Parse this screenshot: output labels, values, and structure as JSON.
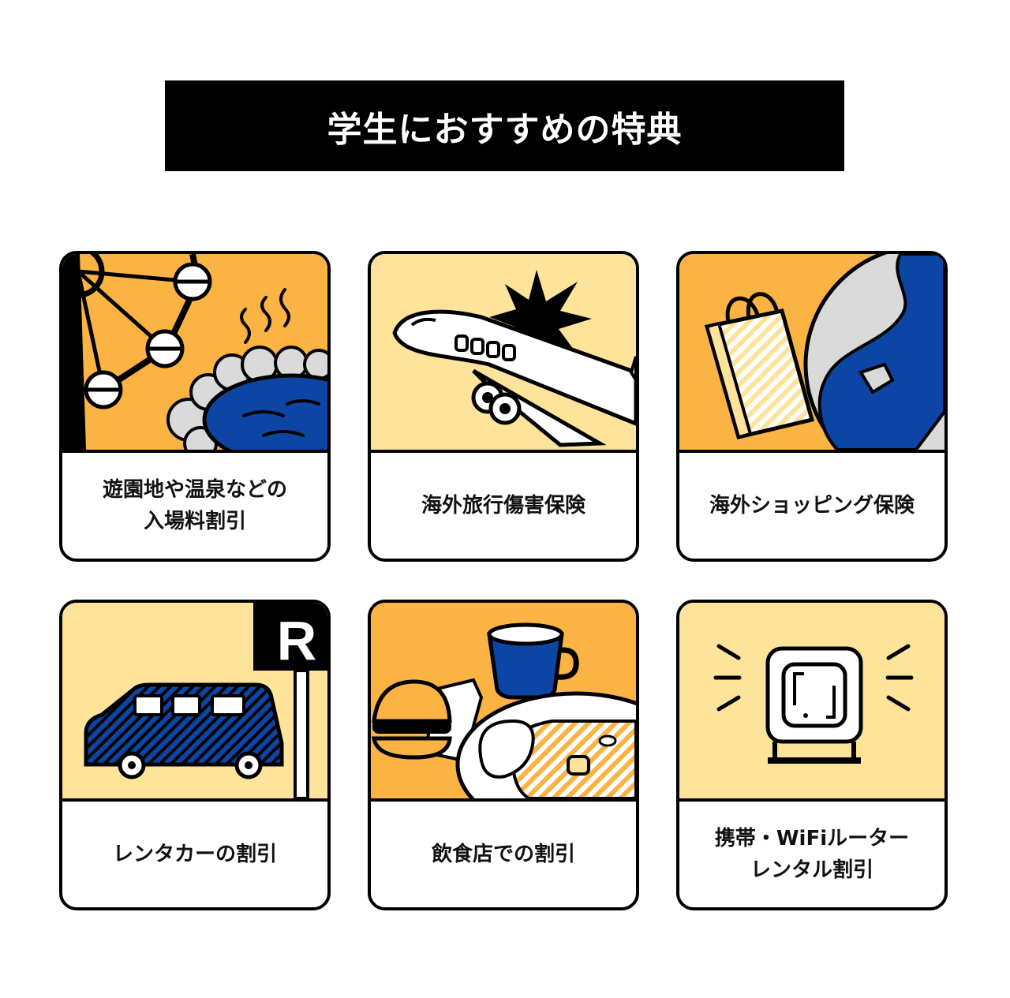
{
  "title": "学生におすすめの特典",
  "colors": {
    "orange": "#fbb344",
    "light_yellow": "#fde49a",
    "blue": "#0d45a4",
    "black": "#000000",
    "white": "#ffffff",
    "gray": "#dadada"
  },
  "cards": [
    {
      "label": "遊園地や温泉などの\n入場料割引",
      "icon": "ferris-wheel-hot-spring-illustration"
    },
    {
      "label": "海外旅行傷害保険",
      "icon": "airplane-illustration"
    },
    {
      "label": "海外ショッピング保険",
      "icon": "shopping-bag-globe-illustration"
    },
    {
      "label": "レンタカーの割引",
      "icon": "rental-car-illustration",
      "sign_letter": "R"
    },
    {
      "label": "飲食店での割引",
      "icon": "food-illustration"
    },
    {
      "label": "携帯・WiFiルーター\nレンタル割引",
      "icon": "wifi-router-illustration"
    }
  ]
}
